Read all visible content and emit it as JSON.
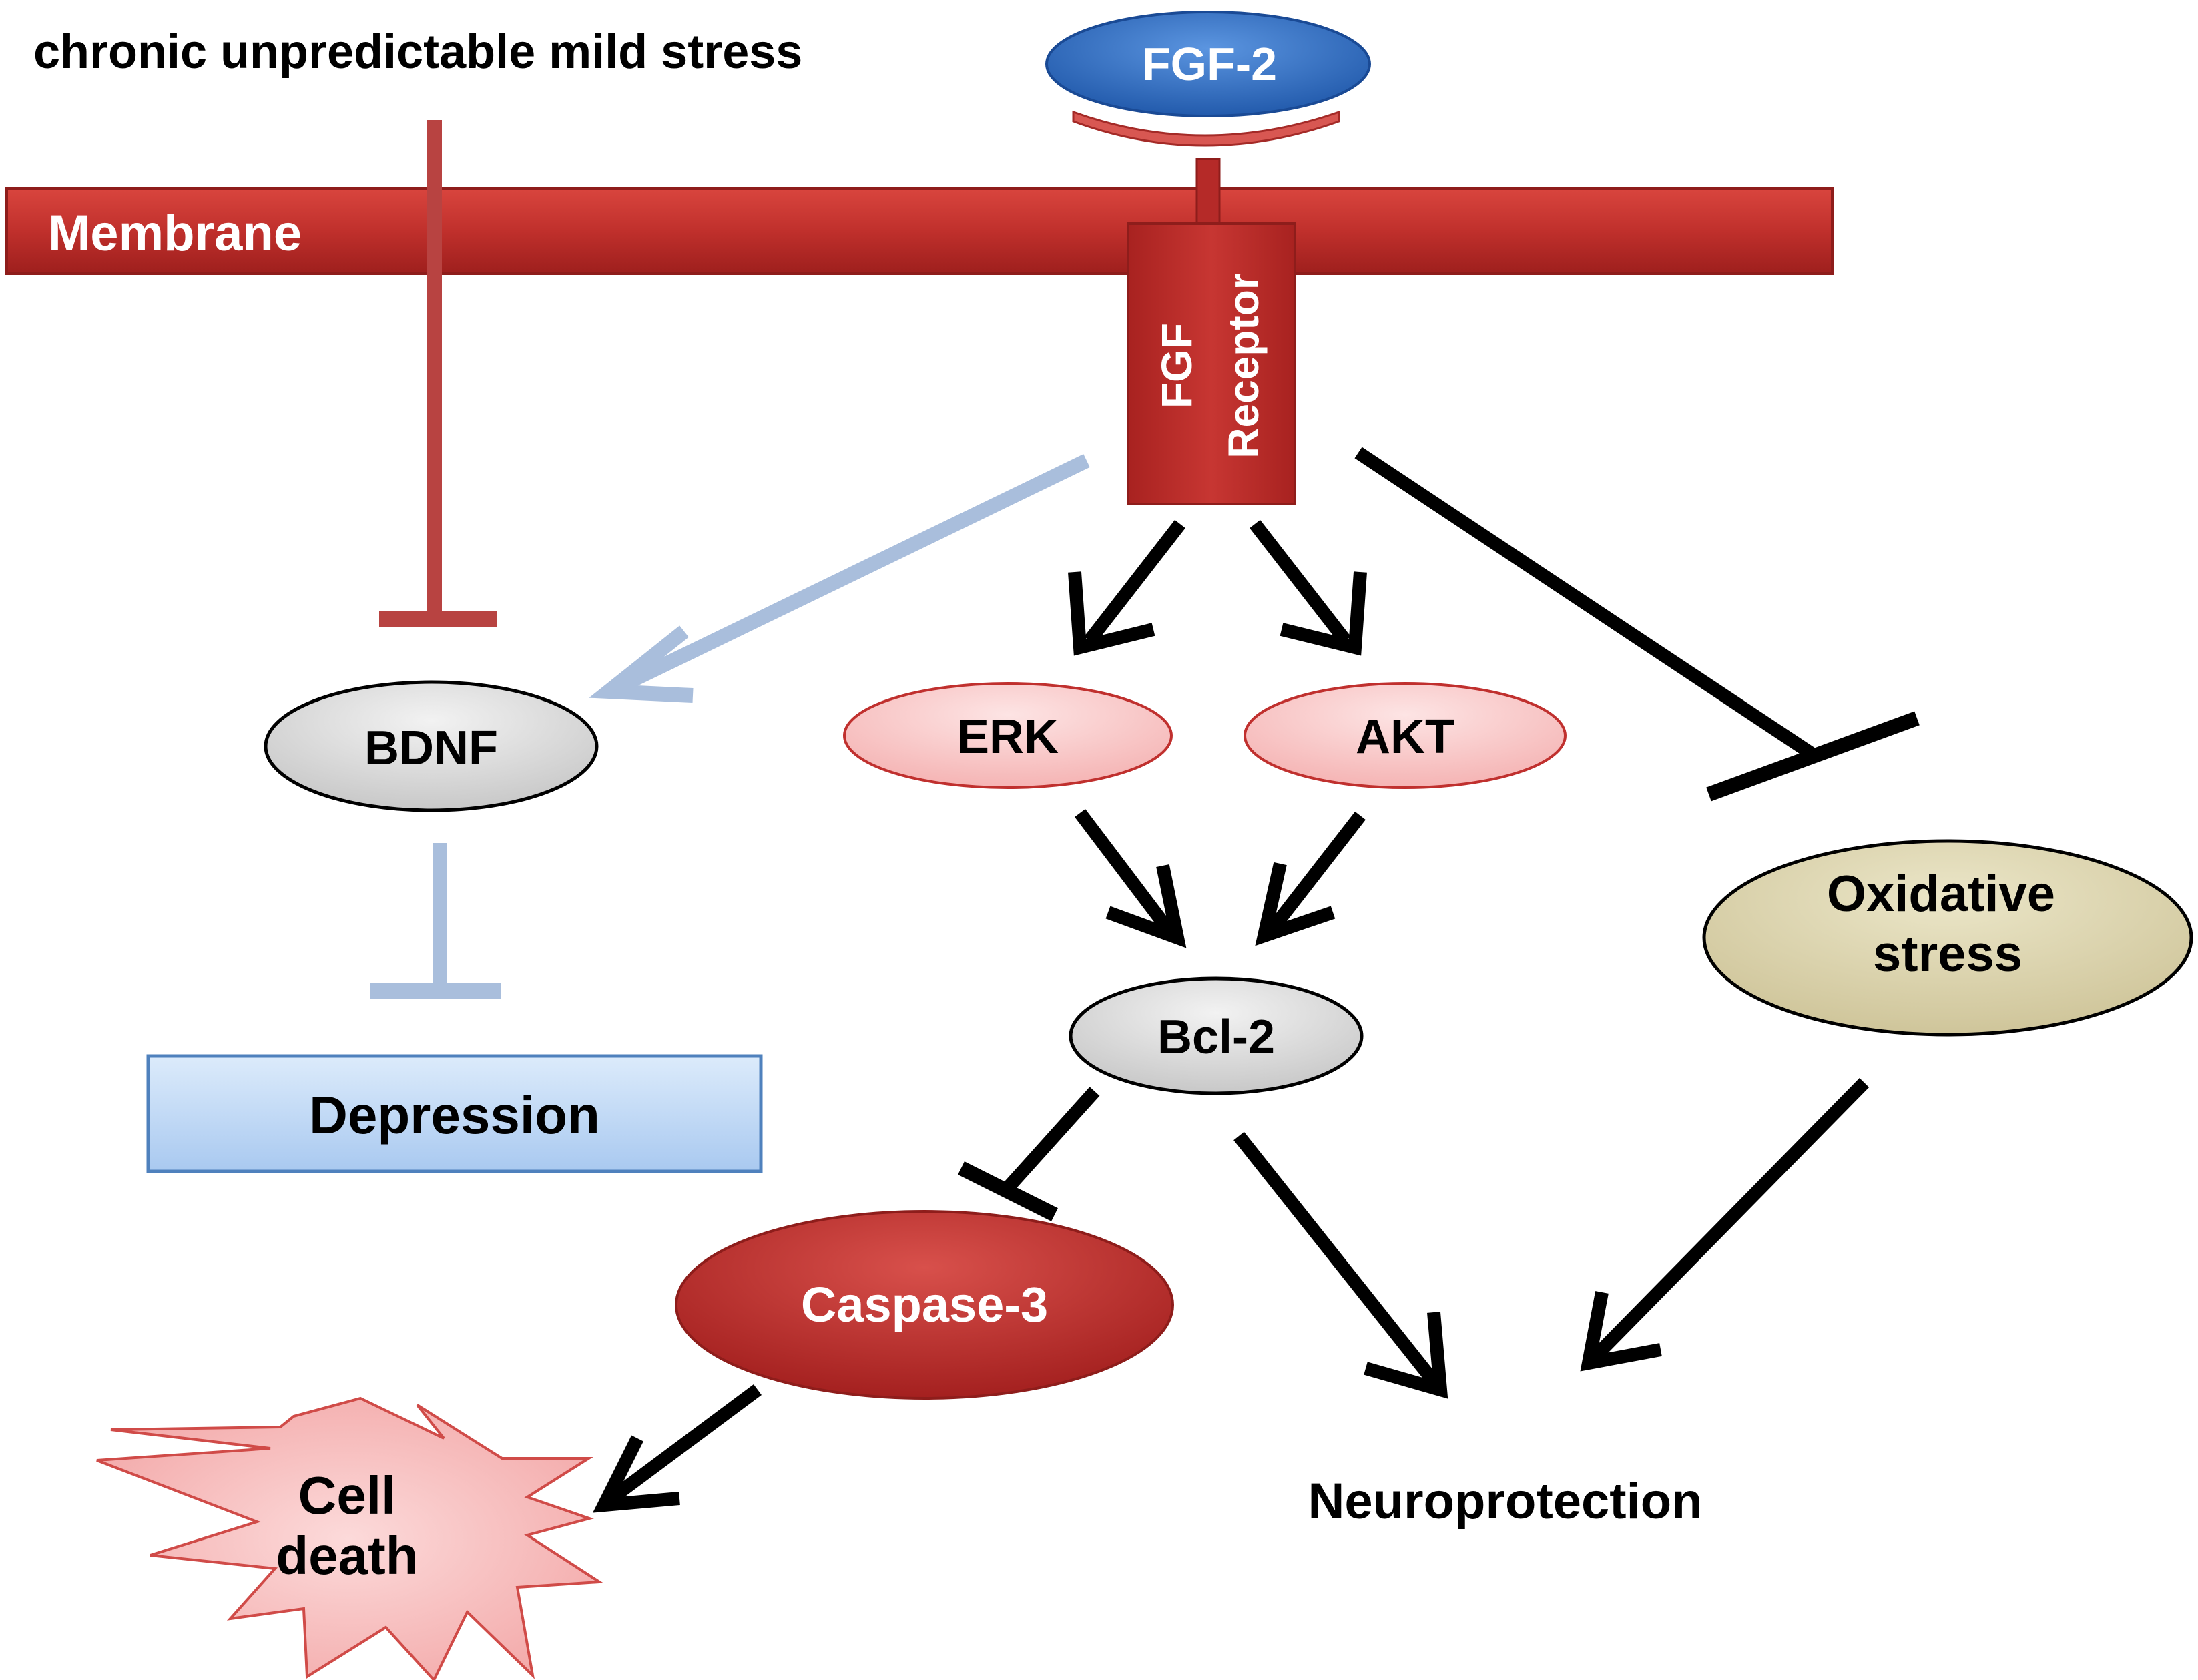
{
  "stressor": {
    "text": "chronic unpredictable mild stress"
  },
  "membrane": {
    "label": "Membrane"
  },
  "ligand": {
    "label": "FGF-2"
  },
  "receptor": {
    "line1": "FGF",
    "line2": "Receptor"
  },
  "nodes": {
    "bdnf": "BDNF",
    "erk": "ERK",
    "akt": "AKT",
    "bcl2": "Bcl-2",
    "caspase3": "Caspase-3",
    "oxidative_line1": "Oxidative",
    "oxidative_line2": "stress",
    "depression": "Depression",
    "cell_death_line1": "Cell",
    "cell_death_line2": "death",
    "neuroprotection": "Neuroprotection"
  },
  "colors": {
    "membrane_red": "#c0392b",
    "receptor_red": "#b52a28",
    "fgf2_blue": "#2f6cc0",
    "pathway_black": "#000000",
    "bdnf_link_blue": "#a9bedc",
    "stress_inhibit_red": "#b84341",
    "erk_akt_pink": "#f8c8c8",
    "caspase_red": "#c0302e",
    "oxidative_tan": "#ddd6b0",
    "depression_blue": "#c5dcf7",
    "cell_death_pink": "#f6b9b9",
    "grey_node": "#dcdcdc"
  }
}
